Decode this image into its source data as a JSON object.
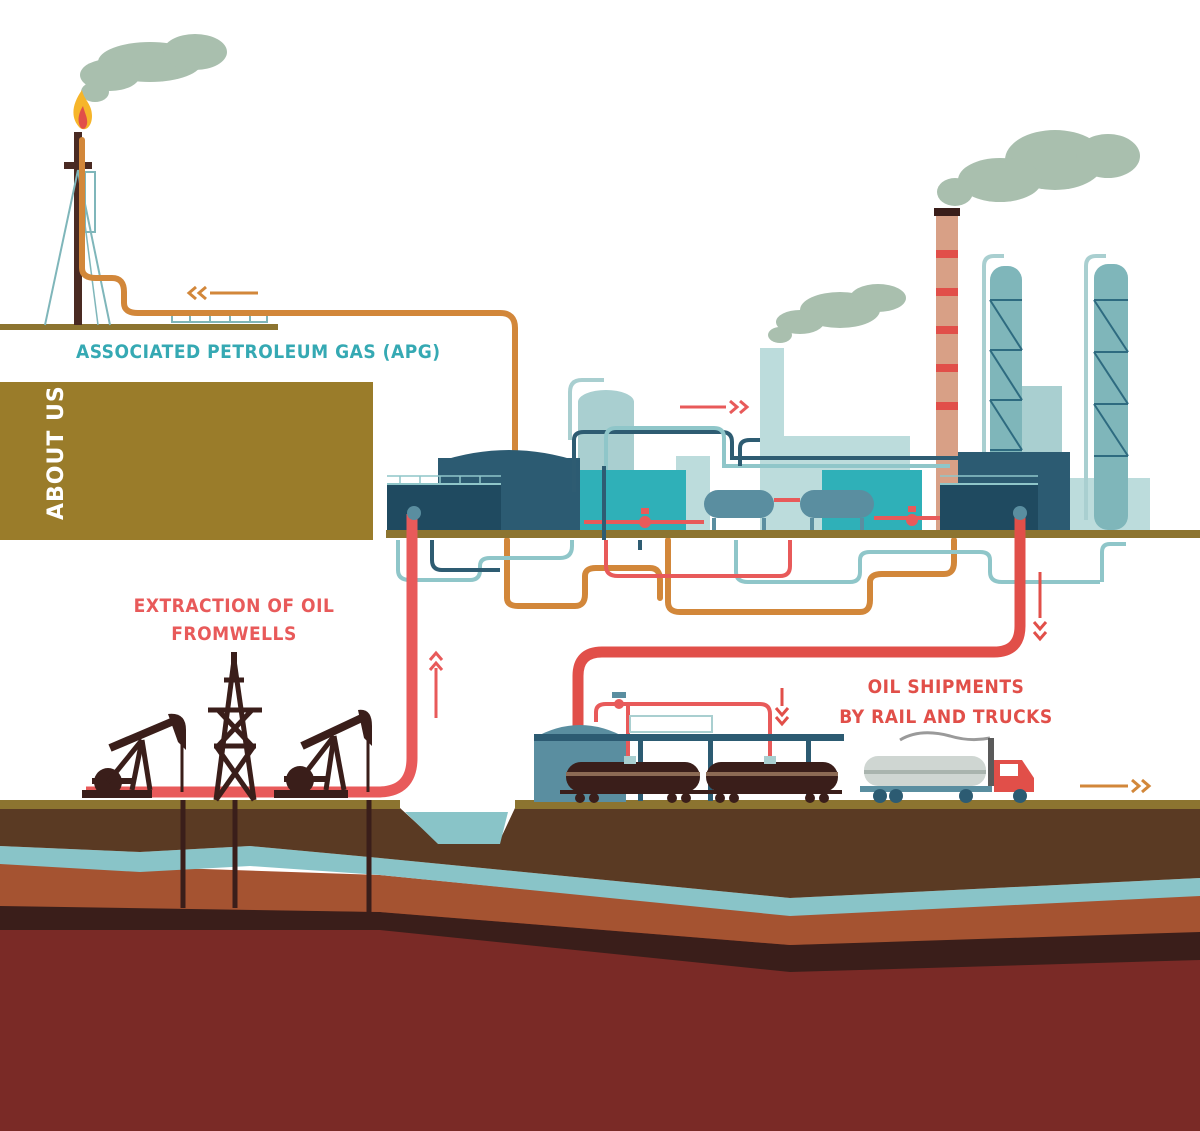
{
  "labels": {
    "apg": "ASSOCIATED PETROLEUM GAS (APG)",
    "about": "ABOUT US",
    "extraction_line1": "EXTRACTION OF OIL",
    "extraction_line2": "FROMWELLS",
    "shipments_line1": "OIL SHIPMENTS",
    "shipments_line2": "BY RAIL AND TRUCKS"
  },
  "colors": {
    "gas_pipe": "#d2873a",
    "oil_pipe": "#e14f49",
    "water_pipe": "#8fc6c9",
    "navy_pipe": "#2e5c72",
    "panel": "#9a7c2a",
    "ground_top": "#5a3a23",
    "layer_orange": "#a55331",
    "layer_teal": "#89c4c8",
    "layer_dark": "#3a1e1a",
    "layer_deep": "#7a2a26",
    "smoke": "#a9bfae",
    "tank_dark": "#2c5b72",
    "tank_teal": "#2fb0b8",
    "tower": "#7fb6ba"
  }
}
